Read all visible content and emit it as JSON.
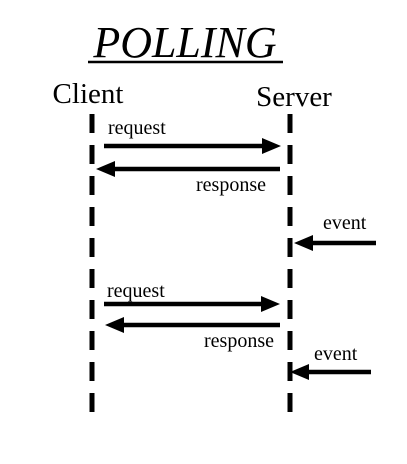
{
  "title": "POLLING",
  "actors": {
    "client": "Client",
    "server": "Server"
  },
  "messages": [
    {
      "label": "request",
      "from": "client",
      "to": "server"
    },
    {
      "label": "response",
      "from": "server",
      "to": "client"
    },
    {
      "label": "event",
      "from": "external",
      "to": "server"
    },
    {
      "label": "request",
      "from": "client",
      "to": "server"
    },
    {
      "label": "response",
      "from": "server",
      "to": "client"
    },
    {
      "label": "event",
      "from": "external",
      "to": "server"
    }
  ],
  "colors": {
    "ink": "#000000",
    "background": "#ffffff"
  }
}
